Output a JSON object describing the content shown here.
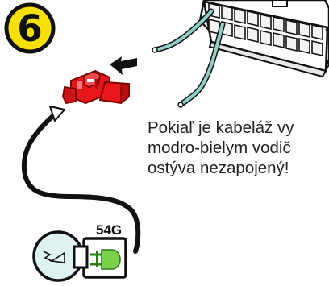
{
  "step": {
    "number": "6",
    "badge_color": "#f5e000"
  },
  "component_label": "54G",
  "note_lines": [
    "Pokiaľ je kabeláž vy",
    "modro-bielym vodič",
    "ostýva nezapojený!"
  ],
  "colors": {
    "wire_teal": "#8fcfc8",
    "splice_connector_red": "#e8161b",
    "cable_black": "#111111",
    "bulb_fill": "#dff2f2",
    "diode_green": "#7ad14a"
  },
  "icons": {
    "arrow": "arrow-left-icon",
    "connector": "splice-connector-icon",
    "bulb": "bulb-icon",
    "plug": "wiring-harness-connector-icon"
  }
}
